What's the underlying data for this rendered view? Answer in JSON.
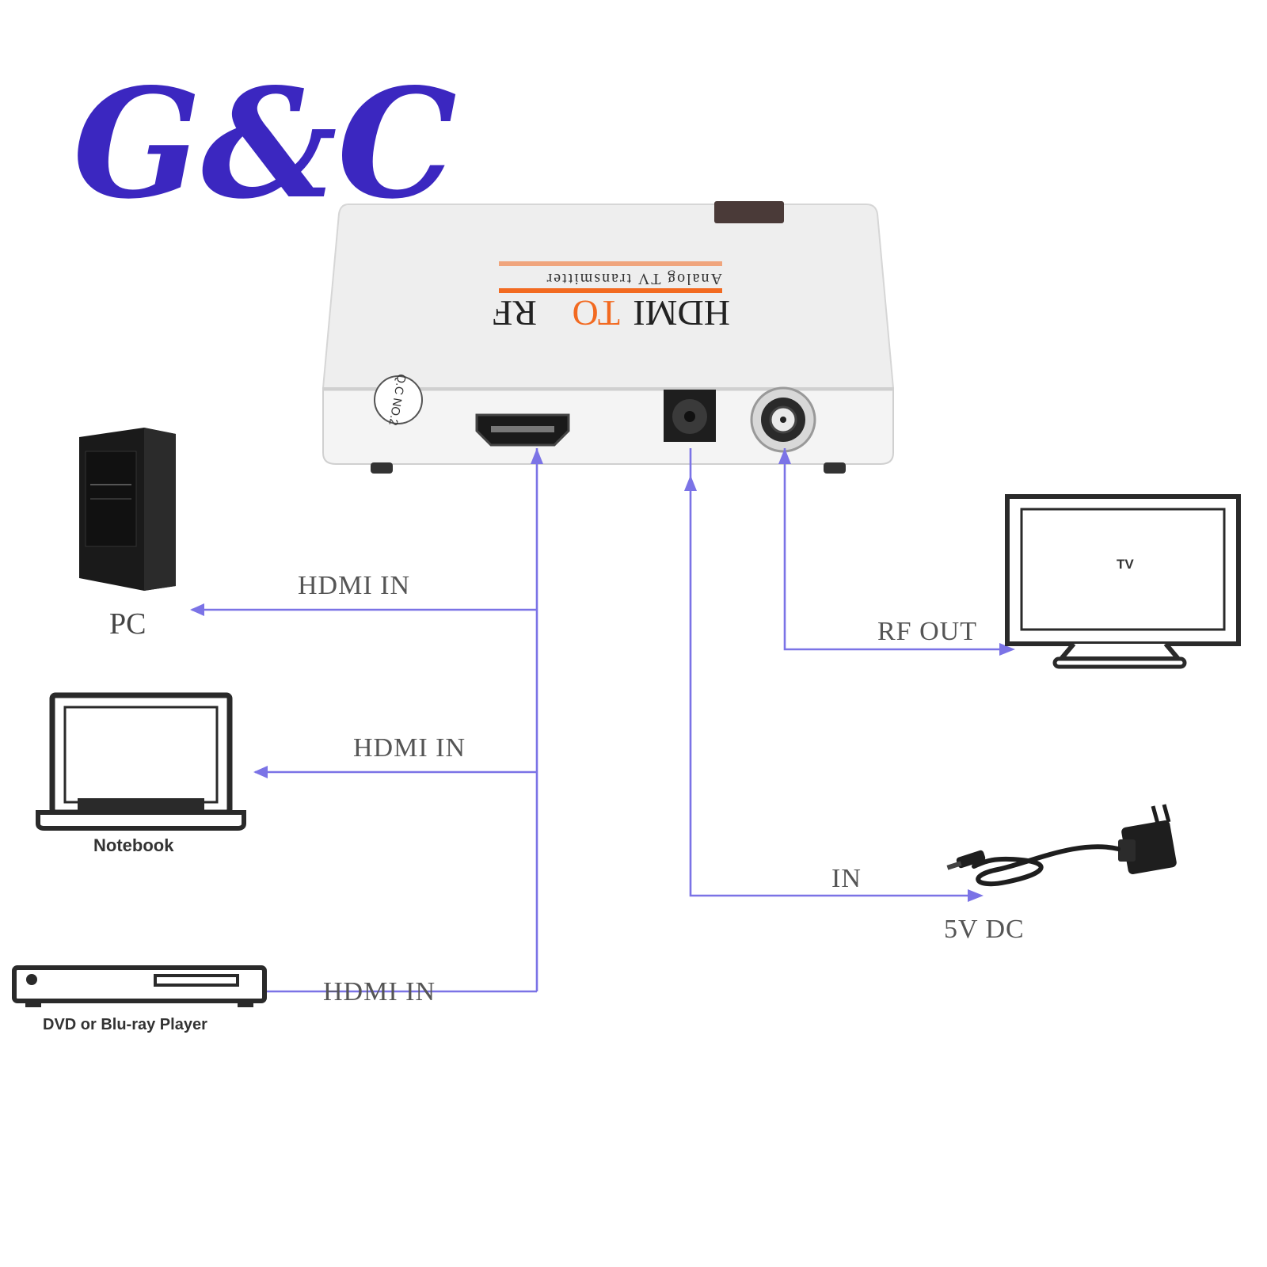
{
  "logo": {
    "text": "G&C",
    "color": "#3b27c0"
  },
  "device": {
    "title_parts": [
      "HDMI",
      "TO",
      "RF"
    ],
    "subtitle": "Analog TV transmitter",
    "qc_label": "Q.C NO.2",
    "title_color": "#222222",
    "accent_color": "#f26a21"
  },
  "connector_color": "#7b73e6",
  "sources": [
    {
      "name": "PC",
      "connection_label": "HDMI IN"
    },
    {
      "name": "Notebook",
      "connection_label": "HDMI IN"
    },
    {
      "name": "DVD or Blu-ray Player",
      "connection_label": "HDMI IN"
    }
  ],
  "outputs": [
    {
      "name": "TV",
      "connection_label": "RF OUT"
    },
    {
      "name": "5V DC",
      "connection_label": "IN"
    }
  ]
}
